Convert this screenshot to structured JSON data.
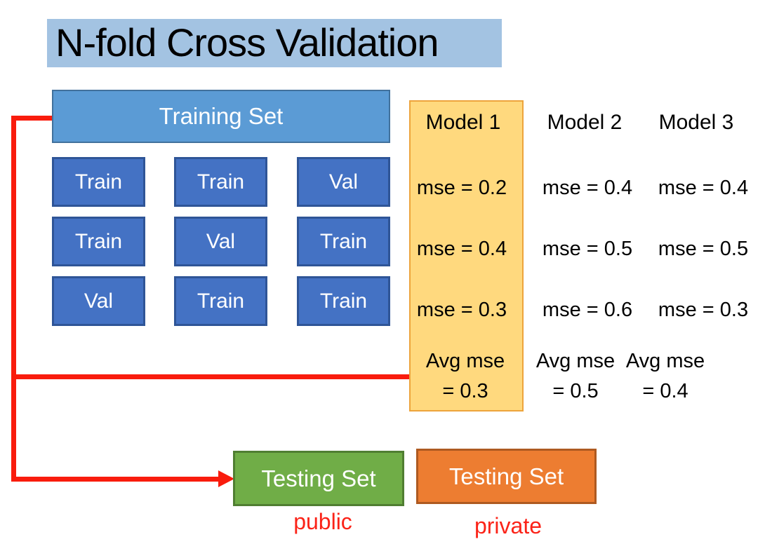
{
  "title": {
    "text": "N-fold Cross Validation"
  },
  "training_set": {
    "label": "Training Set"
  },
  "grid": [
    [
      "Train",
      "Train",
      "Val"
    ],
    [
      "Train",
      "Val",
      "Train"
    ],
    [
      "Val",
      "Train",
      "Train"
    ]
  ],
  "models": [
    {
      "name": "Model 1",
      "mse": [
        "mse = 0.2",
        "mse = 0.4",
        "mse = 0.3"
      ],
      "avg": [
        "Avg mse",
        "= 0.3"
      ],
      "highlighted": true
    },
    {
      "name": "Model 2",
      "mse": [
        "mse = 0.4",
        "mse = 0.5",
        "mse = 0.6"
      ],
      "avg": [
        "Avg mse",
        "= 0.5"
      ],
      "highlighted": false
    },
    {
      "name": "Model 3",
      "mse": [
        "mse = 0.4",
        "mse = 0.5",
        "mse = 0.3"
      ],
      "avg": [
        "Avg mse",
        "= 0.4"
      ],
      "highlighted": false
    }
  ],
  "testing_sets": [
    {
      "label": "Testing Set",
      "caption": "public"
    },
    {
      "label": "Testing Set",
      "caption": "private"
    }
  ],
  "colors": {
    "title-highlight": "#A3C3E2",
    "training-fill": "#5B9BD5",
    "training-border": "#41719C",
    "cell-fill": "#4472C4",
    "cell-border": "#2F5597",
    "model1-fill": "#FFD97E",
    "model1-border": "#EDA43C",
    "green-fill": "#70AD47",
    "green-border": "#507E32",
    "orange-fill": "#ED7D31",
    "orange-border": "#AE5A21",
    "red": "#F91C0D",
    "red-text": "#FB2318"
  }
}
